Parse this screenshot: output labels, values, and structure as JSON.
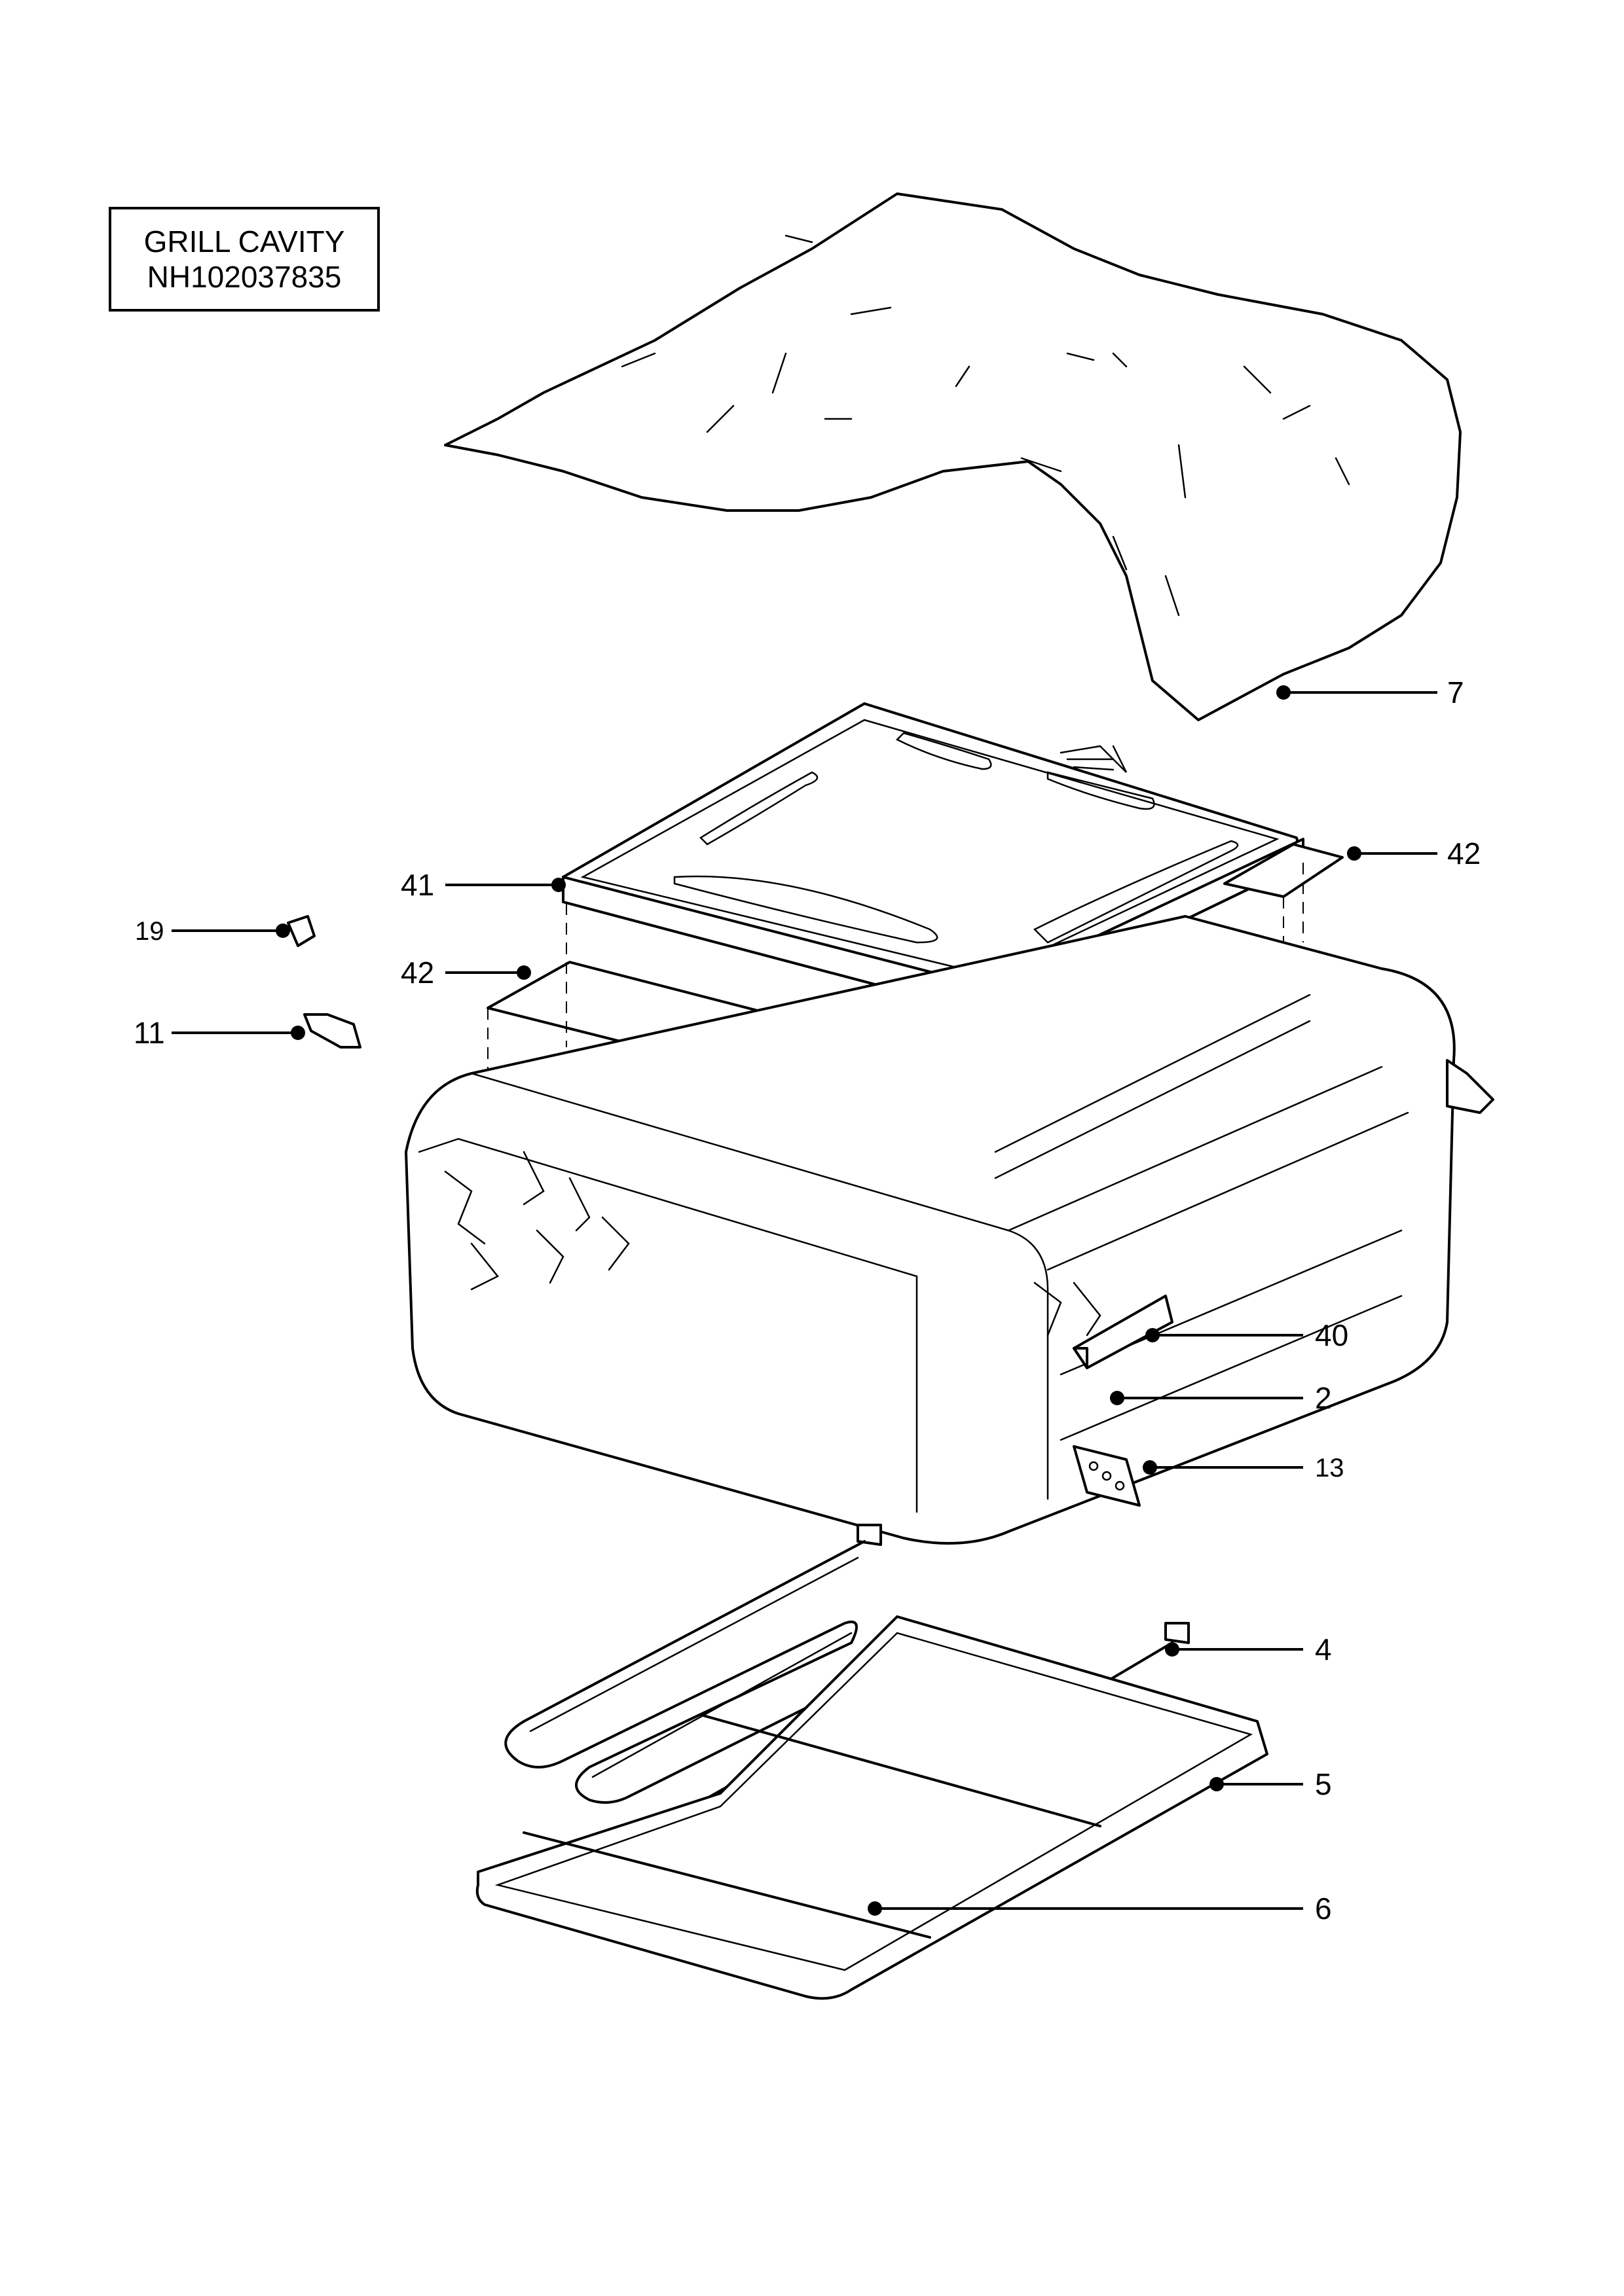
{
  "title_box": {
    "line1": "GRILL CAVITY",
    "line2": "NH102037835"
  },
  "callouts": [
    {
      "id": "7",
      "label": "7"
    },
    {
      "id": "42a",
      "label": "42"
    },
    {
      "id": "41",
      "label": "41"
    },
    {
      "id": "19",
      "label": "19"
    },
    {
      "id": "42b",
      "label": "42"
    },
    {
      "id": "11",
      "label": "11"
    },
    {
      "id": "40",
      "label": "40"
    },
    {
      "id": "2",
      "label": "2"
    },
    {
      "id": "13",
      "label": "13"
    },
    {
      "id": "4",
      "label": "4"
    },
    {
      "id": "5",
      "label": "5"
    },
    {
      "id": "6",
      "label": "6"
    }
  ]
}
